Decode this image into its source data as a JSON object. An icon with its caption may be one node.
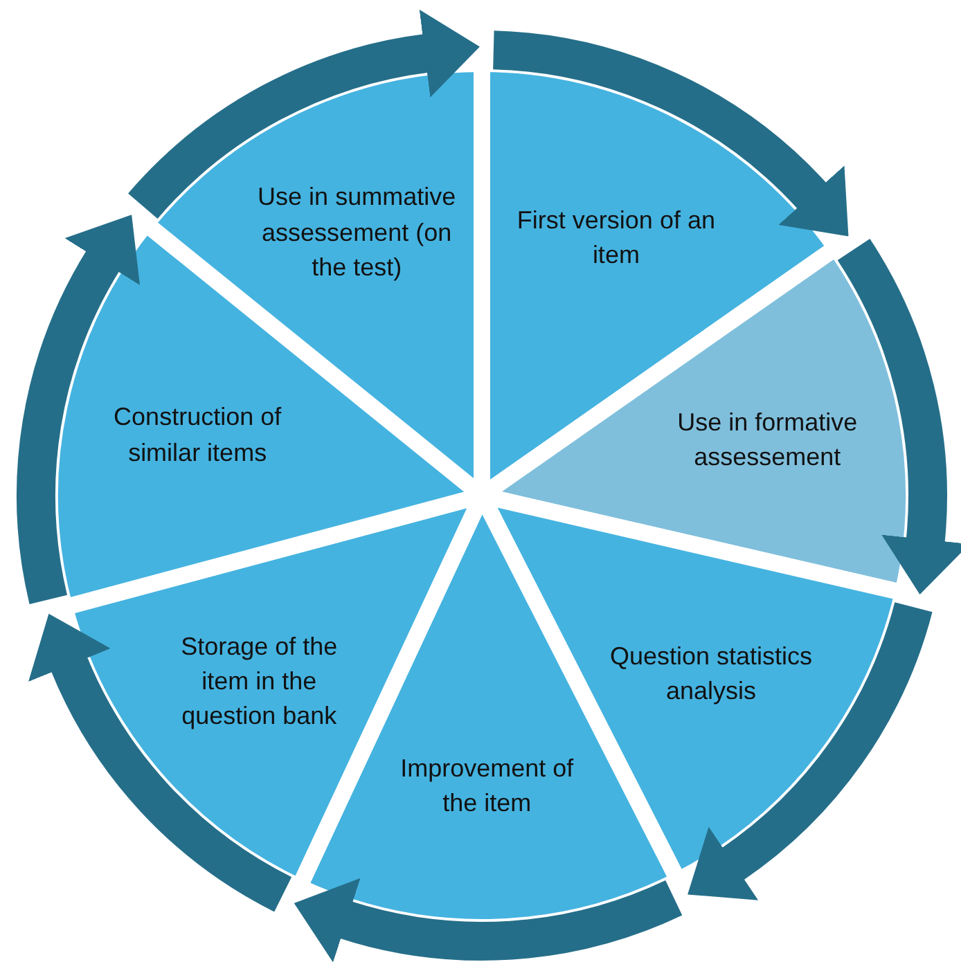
{
  "diagram": {
    "nodes": [
      {
        "text": [
          "First version of an item"
        ]
      },
      {
        "text": [
          "Use in formative assessement"
        ]
      },
      {
        "text": [
          "Question statistics analysis"
        ]
      },
      {
        "text": [
          "Improvement of the item"
        ]
      },
      {
        "text": [
          "Storage of the item in the question bank"
        ]
      },
      {
        "text": [
          "Construction of similar items"
        ]
      },
      {
        "text": [
          "Use in summative assessement (on the test)"
        ]
      }
    ]
  }
}
